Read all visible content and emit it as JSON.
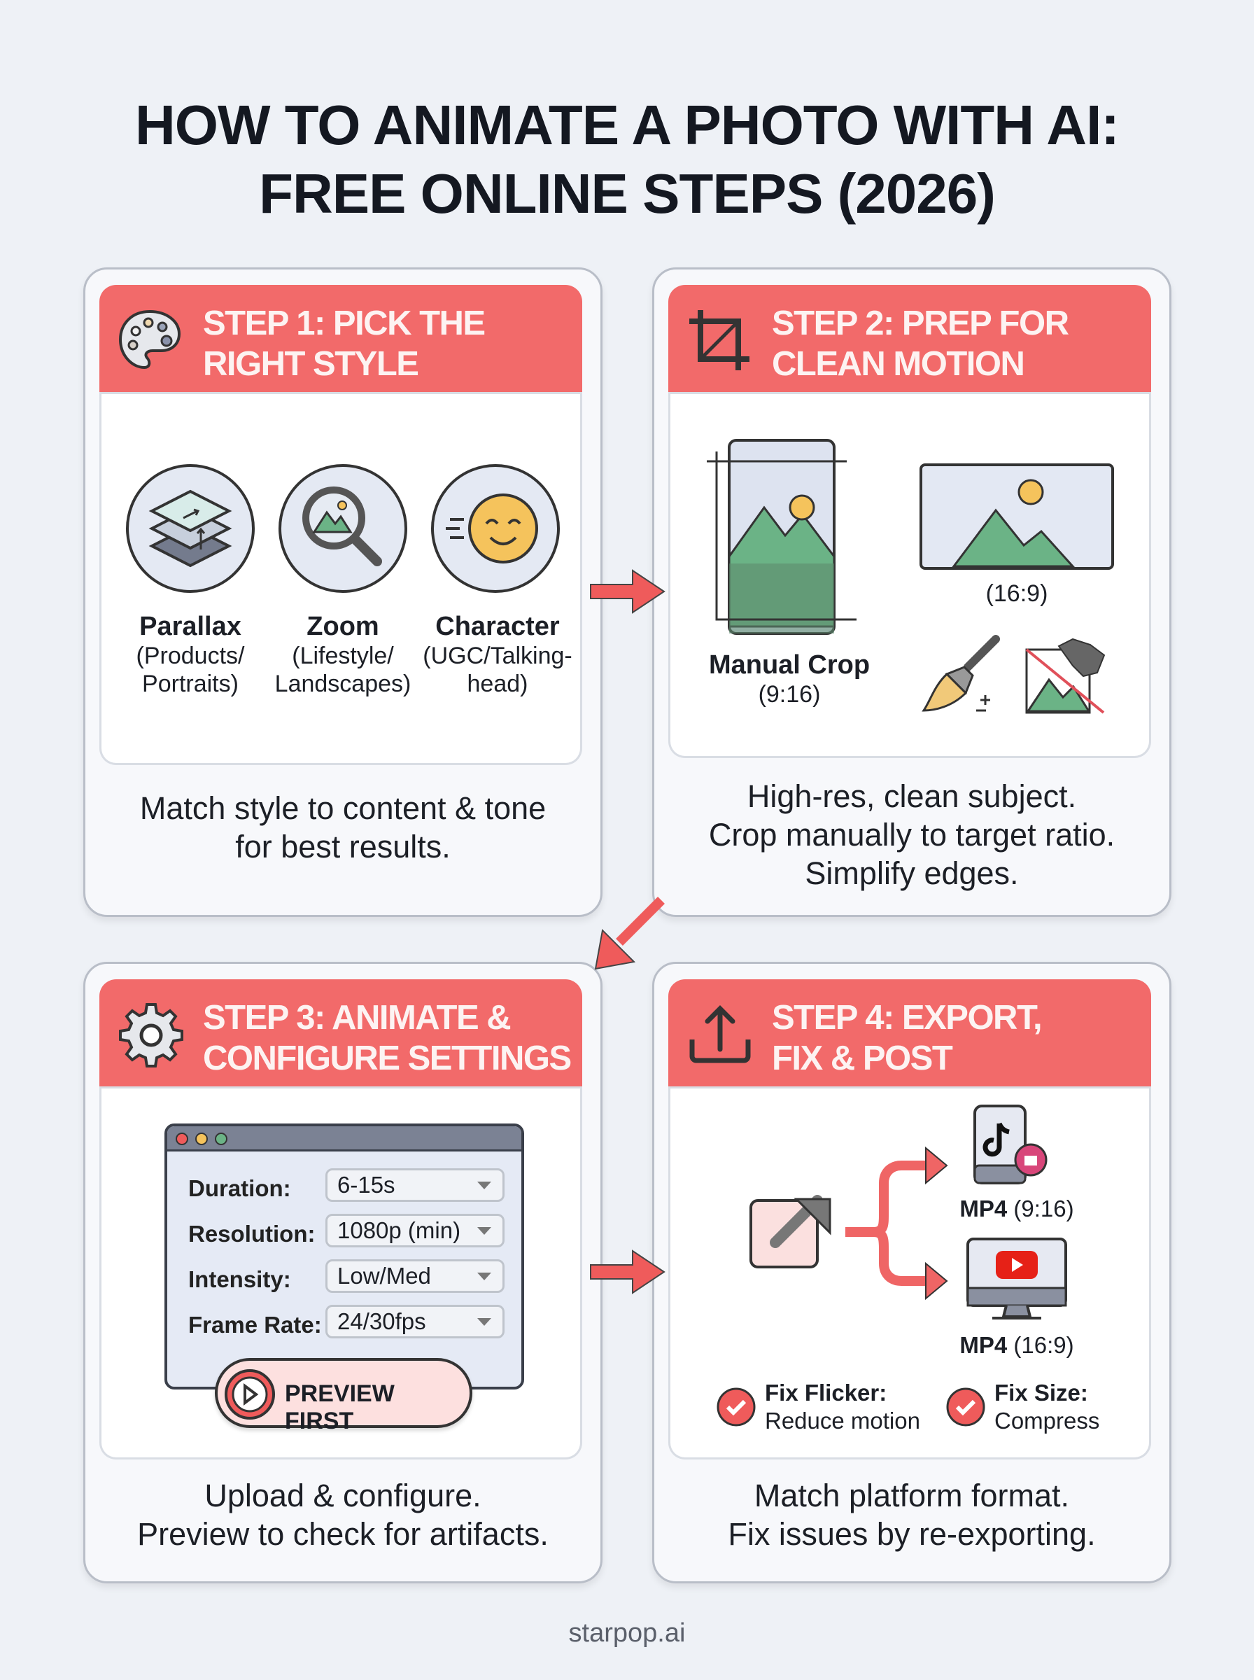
{
  "title": {
    "line1": "HOW TO ANIMATE A PHOTO WITH AI:",
    "line2": "FREE ONLINE STEPS (2026)"
  },
  "steps": [
    {
      "heading1": "STEP 1: PICK THE",
      "heading2": "RIGHT STYLE",
      "icon": "palette-icon",
      "styles": [
        {
          "name": "Parallax",
          "desc1": "(Products/",
          "desc2": "Portraits)"
        },
        {
          "name": "Zoom",
          "desc1": "(Lifestyle/",
          "desc2": "Landscapes)"
        },
        {
          "name": "Character",
          "desc1": "(UGC/Talking-",
          "desc2": "head)"
        }
      ],
      "caption1": "Match style to content & tone",
      "caption2": "for best results."
    },
    {
      "heading1": "STEP 2: PREP FOR",
      "heading2": "CLEAN MOTION",
      "icon": "crop-icon",
      "crop_label": "Manual Crop",
      "crop_ratio": "(9:16)",
      "wide_ratio": "(16:9)",
      "caption1": "High-res, clean subject.",
      "caption2": "Crop manually to target ratio.",
      "caption3": "Simplify edges."
    },
    {
      "heading1": "STEP 3: ANIMATE &",
      "heading2": "CONFIGURE SETTINGS",
      "icon": "gear-icon",
      "settings": [
        {
          "label": "Duration:",
          "value": "6-15s"
        },
        {
          "label": "Resolution:",
          "value": "1080p (min)"
        },
        {
          "label": "Intensity:",
          "value": "Low/Med"
        },
        {
          "label": "Frame Rate:",
          "value": "24/30fps"
        }
      ],
      "preview_button": "PREVIEW FIRST",
      "caption1": "Upload & configure.",
      "caption2": "Preview to check for artifacts."
    },
    {
      "heading1": "STEP 4: EXPORT,",
      "heading2": "FIX & POST",
      "icon": "upload-icon",
      "out1_format": "MP4",
      "out1_ratio": "(9:16)",
      "out2_format": "MP4",
      "out2_ratio": "(16:9)",
      "fix1_title": "Fix Flicker:",
      "fix1_desc": "Reduce motion",
      "fix2_title": "Fix Size:",
      "fix2_desc": "Compress",
      "caption1": "Match platform format.",
      "caption2": "Fix issues by re-exporting."
    }
  ],
  "footer": "starpop.ai",
  "colors": {
    "accent": "#f26a6a",
    "background": "#eef1f6",
    "green": "#6bb386",
    "sun": "#f5c35c"
  }
}
